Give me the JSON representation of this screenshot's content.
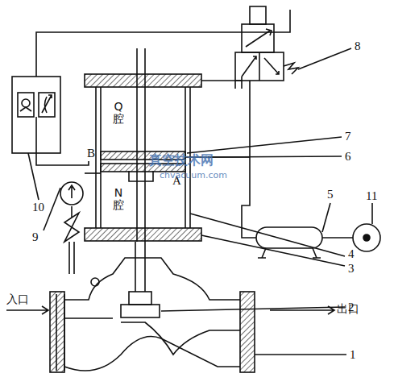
{
  "diagram": {
    "labels": [
      "Q腔",
      "N腔",
      "B",
      "A",
      "入口",
      "出口",
      "1",
      "2",
      "3",
      "4",
      "5",
      "6",
      "7",
      "8",
      "9",
      "10",
      "11",
      "真空技术网",
      "chvacuum.com"
    ]
  }
}
